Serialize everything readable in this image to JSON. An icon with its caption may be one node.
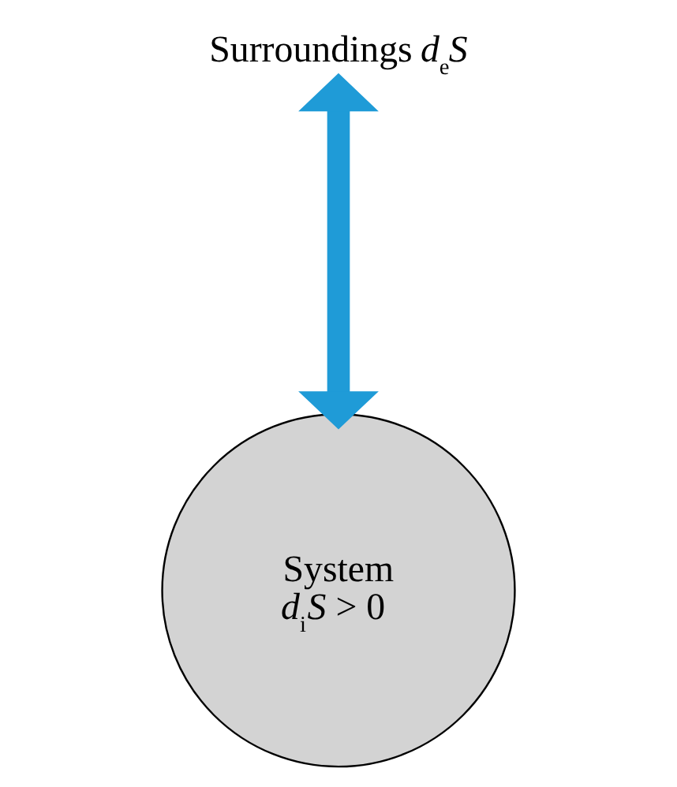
{
  "diagram": {
    "nodes": [
      {
        "text": [
          "Surroundings *d*$_{e}$*S*"
        ]
      },
      {
        "text": [
          "System",
          "*d*$_{i}$*S* > 0"
        ]
      }
    ],
    "edges": [
      {
        "from": 0,
        "to": 1,
        "arrow": "both",
        "color": "#1f9bd7"
      }
    ]
  }
}
